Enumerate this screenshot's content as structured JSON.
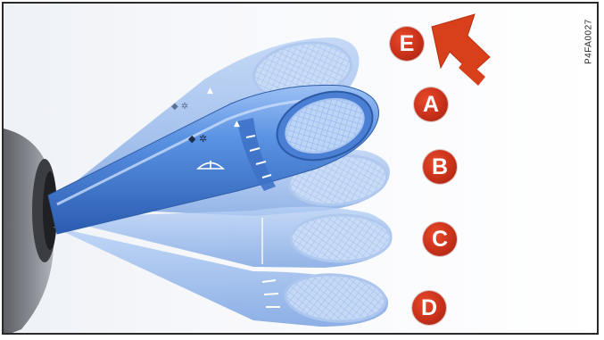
{
  "figure": {
    "image_code": "P4FA0027",
    "positions": [
      "E",
      "A",
      "B",
      "C",
      "D"
    ],
    "badge_color": "#c7311a",
    "lever_color": "#4f86d9",
    "arrow_color": "#d8401c"
  }
}
